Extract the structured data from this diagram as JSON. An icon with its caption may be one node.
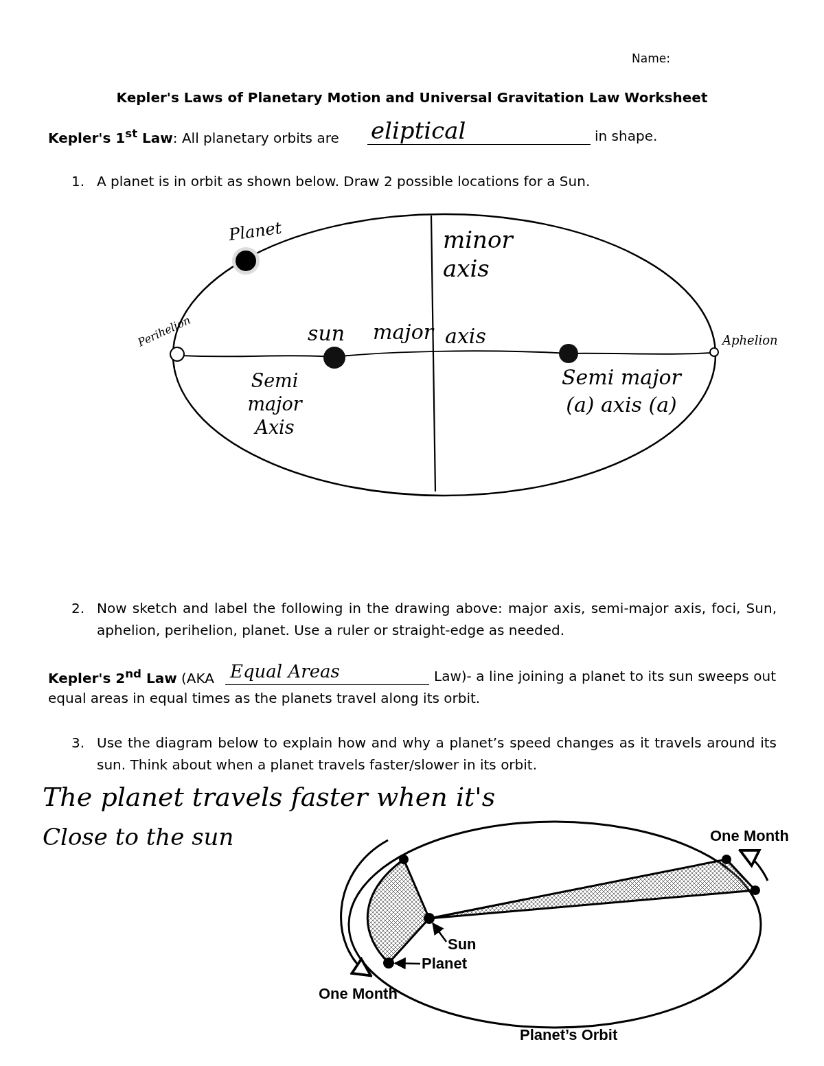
{
  "diagram": {
    "title": "Kepler's Laws of Planetary Motion and Universal Gravitation Law Worksheet",
    "nodes": [
      {
        "text": [
          "Sun"
        ]
      },
      {
        "text": [],
        "shape": "circle"
      },
      {
        "text": [
          "Planet"
        ]
      },
      {
        "text": [],
        "shape": "circle"
      }
    ],
    "edges": [
      {
        "from": 0,
        "to": 1,
        "arrow": "to"
      },
      {
        "from": 2,
        "to": 3,
        "arrow": "to"
      }
    ],
    "labels": [
      "Name:",
      "**Kepler's 1$^{st}$ Law**: All planetary orbits are",
      "eliptical",
      "in shape.",
      "1.",
      "A planet is in orbit as shown below. Draw 2 possible locations for a Sun.",
      "Planet",
      "minor axis",
      "Perihelion",
      "sun",
      "major",
      "axis",
      "Aphelion",
      "Semi major Axis",
      "Semi major (a) axis (a)",
      "2.",
      "Now sketch and label the following in the drawing above: major axis, semi-major axis, foci, Sun, aphelion, perihelion, planet. Use a ruler or straight-edge as needed.",
      "**Kepler's 2$^{nd}$ Law** (AKA",
      "Equal Areas",
      "Law)- a line joining a planet to its sun sweeps out equal areas in equal times as the planets travel along its orbit.",
      "3.",
      "Use the diagram below to explain how and why a planet’s speed changes as it travels around its sun. Think about when a planet travels faster/slower in its orbit.",
      "The planet travels faster when it's",
      "Close to the sun",
      "One Month",
      "One Month",
      "Planet’s Orbit"
    ]
  }
}
